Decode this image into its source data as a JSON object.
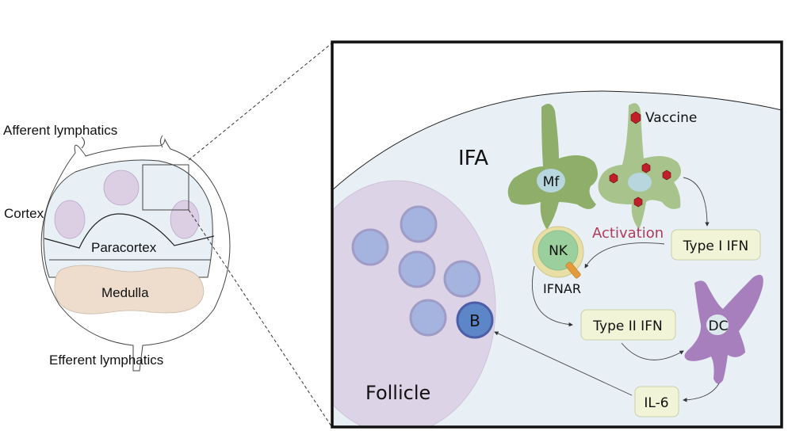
{
  "overview": {
    "afferent_label": "Afferent lymphatics",
    "cortex_label": "Cortex",
    "paracortex_label": "Paracortex",
    "medulla_label": "Medulla",
    "efferent_label": "Efferent lymphatics"
  },
  "detail": {
    "region_label": "IFA",
    "follicle_label": "Follicle",
    "b_cell_label": "B",
    "macrophage_label": "Mf",
    "vaccine_label": "Vaccine",
    "nk_label": "NK",
    "ifnar_label": "IFNAR",
    "activation_label": "Activation",
    "type1_ifn_label": "Type I IFN",
    "type2_ifn_label": "Type II IFN",
    "dc_label": "DC",
    "il6_label": "IL-6"
  },
  "colors": {
    "node_fill": "#e8f0f6",
    "follicle": "#ddd3e6",
    "medulla": "#eeddcd",
    "macrophage": "#8fae6a",
    "vaccine_cell": "#a9c38c",
    "vaccine_particle": "#c0202a",
    "nk_outer": "#e7dfa6",
    "nk_inner": "#9ccf9e",
    "ifnar": "#e49a3a",
    "dc": "#a77fbc",
    "b_cell": "#5d86c8",
    "box_fill": "#f1f4d6",
    "activation": "#b03a5a"
  }
}
